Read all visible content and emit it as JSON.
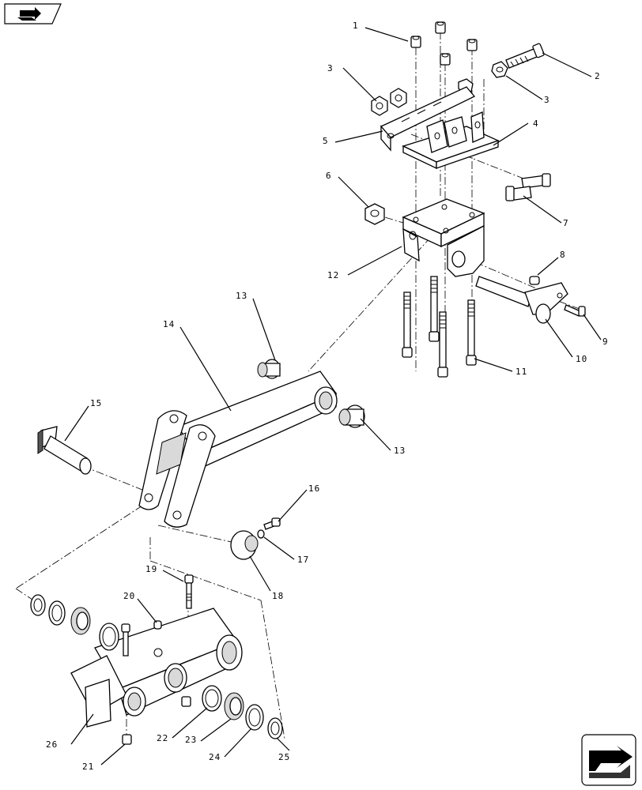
{
  "diagram": {
    "callouts": [
      "1",
      "2",
      "3",
      "3",
      "4",
      "5",
      "6",
      "7",
      "8",
      "9",
      "10",
      "11",
      "12",
      "13",
      "13",
      "14",
      "15",
      "16",
      "17",
      "18",
      "19",
      "20",
      "21",
      "22",
      "23",
      "24",
      "25",
      "26"
    ]
  },
  "nav": {
    "prev_icon": "book-arrow-icon",
    "next_icon": "next-page-arrow-icon"
  }
}
